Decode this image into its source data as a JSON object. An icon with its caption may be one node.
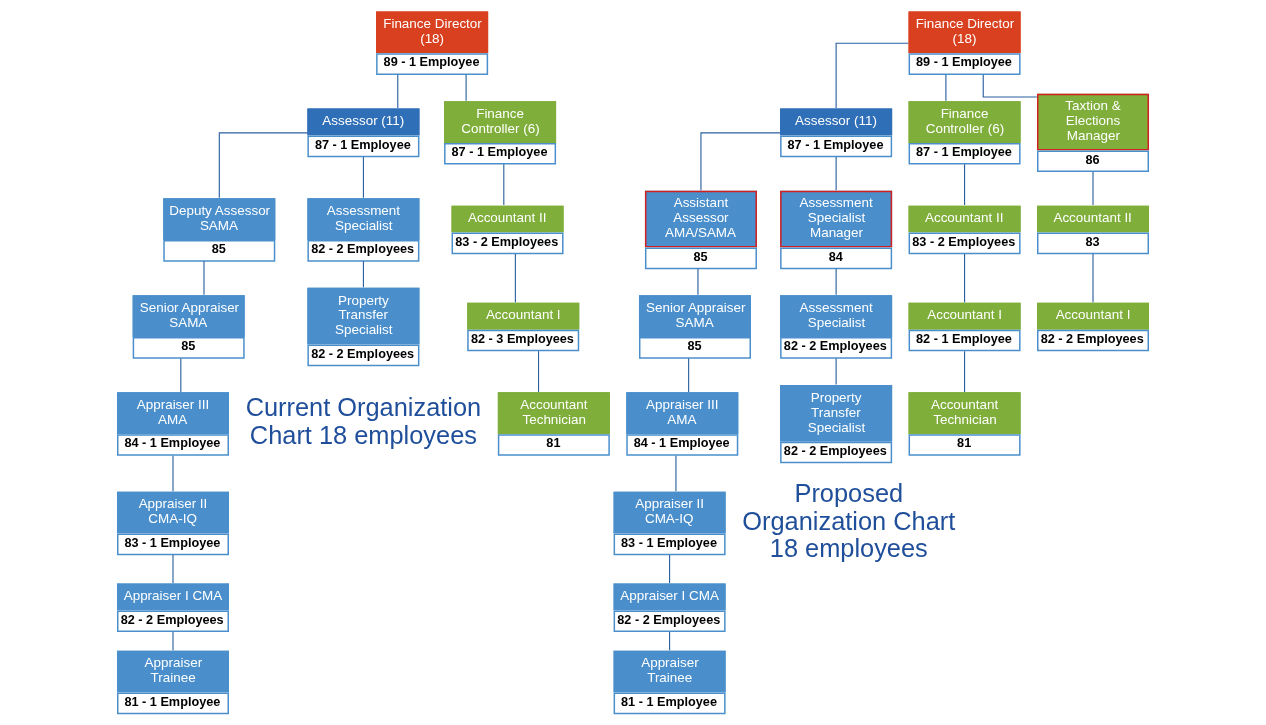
{
  "diagram": {
    "nodes": [
      {
        "text": [
          "Finance Director (18)",
          "89 - 1 Employee"
        ]
      },
      {
        "text": [
          "Assessor (11)",
          "87 - 1 Employee"
        ]
      },
      {
        "text": [
          "Finance Controller (6)",
          "87 - 1 Employee"
        ]
      },
      {
        "text": [
          "Deputy Assessor SAMA",
          "85"
        ]
      },
      {
        "text": [
          "Assessment Specialist",
          "82 - 2 Employees"
        ]
      },
      {
        "text": [
          "Accountant II",
          "83 - 2 Employees"
        ]
      },
      {
        "text": [
          "Senior Appraiser SAMA",
          "85"
        ]
      },
      {
        "text": [
          "Property Transfer Specialist",
          "82 - 2 Employees"
        ]
      },
      {
        "text": [
          "Accountant I",
          "82 - 3 Employees"
        ]
      },
      {
        "text": [
          "Appraiser III AMA",
          "84 - 1 Employee"
        ]
      },
      {
        "text": [
          "Accountant Technician",
          "81"
        ]
      },
      {
        "text": [
          "Appraiser II CMA-IQ",
          "83 - 1 Employee"
        ]
      },
      {
        "text": [
          "Appraiser I CMA",
          "82 - 2 Employees"
        ]
      },
      {
        "text": [
          "Appraiser Trainee",
          "81 - 1 Employee"
        ]
      },
      {
        "text": [
          "Finance Director (18)",
          "89 - 1 Employee"
        ]
      },
      {
        "text": [
          "Assessor (11)",
          "87 - 1 Employee"
        ]
      },
      {
        "text": [
          "Finance Controller (6)",
          "87 - 1 Employee"
        ]
      },
      {
        "text": [
          "Taxtion & Elections Manager",
          "86"
        ]
      },
      {
        "text": [
          "Assistant Assessor AMA/SAMA",
          "85"
        ]
      },
      {
        "text": [
          "Assessment Specialist Manager",
          "84"
        ]
      },
      {
        "text": [
          "Accountant II",
          "83 - 2 Employees"
        ]
      },
      {
        "text": [
          "Accountant II",
          "83"
        ]
      },
      {
        "text": [
          "Senior Appraiser SAMA",
          "85"
        ]
      },
      {
        "text": [
          "Assessment Specialist",
          "82 - 2 Employees"
        ]
      },
      {
        "text": [
          "Accountant I",
          "82 - 1 Employee"
        ]
      },
      {
        "text": [
          "Accountant I",
          "82 - 2 Employees"
        ]
      },
      {
        "text": [
          "Appraiser III AMA",
          "84 - 1 Employee"
        ]
      },
      {
        "text": [
          "Property Transfer Specialist",
          "82 - 2 Employees"
        ]
      },
      {
        "text": [
          "Accountant Technician",
          "81"
        ]
      },
      {
        "text": [
          "Appraiser II CMA-IQ",
          "83 - 1 Employee"
        ]
      },
      {
        "text": [
          "Appraiser I CMA",
          "82 - 2 Employees"
        ]
      },
      {
        "text": [
          "Appraiser Trainee",
          "81 - 1 Employee"
        ]
      }
    ],
    "edges": [
      {
        "from": 0,
        "to": 1,
        "arrow": "none"
      },
      {
        "from": 0,
        "to": 2,
        "arrow": "none"
      },
      {
        "from": 1,
        "to": 3,
        "arrow": "none"
      },
      {
        "from": 1,
        "to": 4,
        "arrow": "none"
      },
      {
        "from": 2,
        "to": 5,
        "arrow": "none"
      },
      {
        "from": 3,
        "to": 6,
        "arrow": "none"
      },
      {
        "from": 4,
        "to": 7,
        "arrow": "none"
      },
      {
        "from": 5,
        "to": 8,
        "arrow": "none"
      },
      {
        "from": 6,
        "to": 9,
        "arrow": "none"
      },
      {
        "from": 8,
        "to": 10,
        "arrow": "none"
      },
      {
        "from": 9,
        "to": 11,
        "arrow": "none"
      },
      {
        "from": 11,
        "to": 12,
        "arrow": "none"
      },
      {
        "from": 12,
        "to": 13,
        "arrow": "none"
      },
      {
        "from": 14,
        "to": 15,
        "arrow": "none"
      },
      {
        "from": 14,
        "to": 16,
        "arrow": "none"
      },
      {
        "from": 14,
        "to": 17,
        "arrow": "none"
      },
      {
        "from": 15,
        "to": 18,
        "arrow": "none"
      },
      {
        "from": 15,
        "to": 19,
        "arrow": "none"
      },
      {
        "from": 16,
        "to": 20,
        "arrow": "none"
      },
      {
        "from": 17,
        "to": 21,
        "arrow": "none"
      },
      {
        "from": 18,
        "to": 22,
        "arrow": "none"
      },
      {
        "from": 19,
        "to": 23,
        "arrow": "none"
      },
      {
        "from": 20,
        "to": 24,
        "arrow": "none"
      },
      {
        "from": 21,
        "to": 25,
        "arrow": "none"
      },
      {
        "from": 22,
        "to": 26,
        "arrow": "none"
      },
      {
        "from": 23,
        "to": 27,
        "arrow": "none"
      },
      {
        "from": 24,
        "to": 28,
        "arrow": "none"
      },
      {
        "from": 26,
        "to": 29,
        "arrow": "none"
      },
      {
        "from": 29,
        "to": 30,
        "arrow": "none"
      },
      {
        "from": 30,
        "to": 31,
        "arrow": "none"
      }
    ],
    "labels": [
      "Current Organization Chart 18 employees",
      "Proposed Organization Chart 18 employees"
    ]
  }
}
